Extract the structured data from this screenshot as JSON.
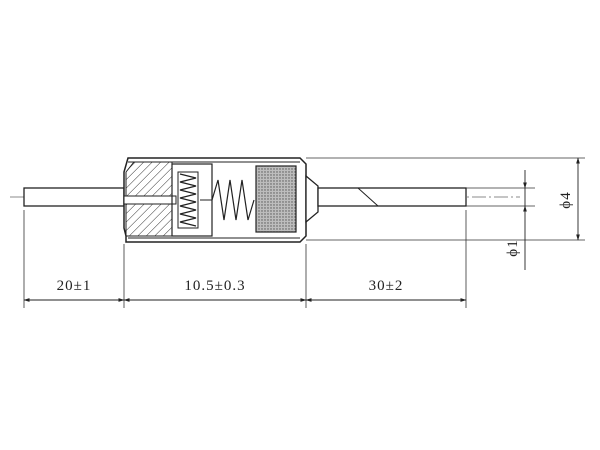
{
  "dimensions": {
    "left_lead": "20±1",
    "body": "10.5±0.3",
    "right_lead": "30±2",
    "body_diameter": "ϕ4",
    "lead_diameter": "ϕ1"
  }
}
